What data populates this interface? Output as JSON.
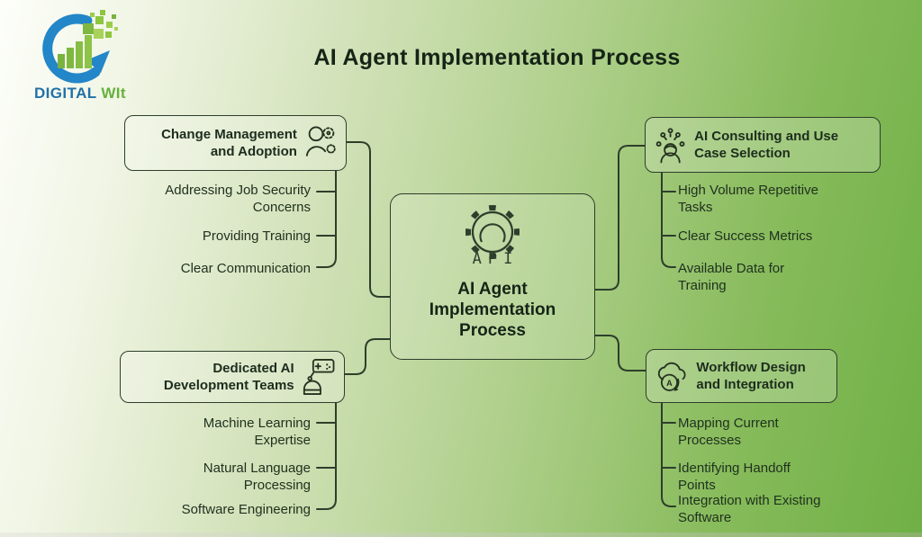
{
  "page": {
    "title": "AI Agent Implementation Process"
  },
  "logo": {
    "text_primary": "DIGITAL",
    "text_secondary": "WIt"
  },
  "center": {
    "icon": "gear-icon",
    "icon_label": "API",
    "lines": [
      "AI Agent",
      "Implementation",
      "Process"
    ]
  },
  "branches": [
    {
      "id": "change-management",
      "title": "Change Management and Adoption",
      "icon": "person-gear-icon",
      "position": "top-left",
      "items": [
        "Addressing Job Security Concerns",
        "Providing Training",
        "Clear Communication"
      ]
    },
    {
      "id": "ai-consulting",
      "title": "AI Consulting and Use Case Selection",
      "icon": "person-ideas-icon",
      "position": "top-right",
      "items": [
        "High Volume Repetitive Tasks",
        "Clear Success Metrics",
        "Available Data for Training"
      ]
    },
    {
      "id": "dev-teams",
      "title": "Dedicated AI Development Teams",
      "icon": "robot-icon",
      "position": "bottom-left",
      "items": [
        "Machine Learning Expertise",
        "Natural Language Processing",
        "Software Engineering"
      ]
    },
    {
      "id": "workflow",
      "title": "Workflow Design and Integration",
      "icon": "cloud-sync-icon",
      "position": "bottom-right",
      "items": [
        "Mapping Current Processes",
        "Identifying Handoff Points",
        "Integration with Existing Software"
      ]
    }
  ],
  "colors": {
    "background_green": "#6fb045",
    "background_white": "#fdfefa",
    "line_dark": "#2e3e2c",
    "text_dark": "#1d2d1d",
    "logo_blue": "#2386c8",
    "logo_green": "#66b13c",
    "node_fill": "rgba(255,255,255,0.22)"
  }
}
